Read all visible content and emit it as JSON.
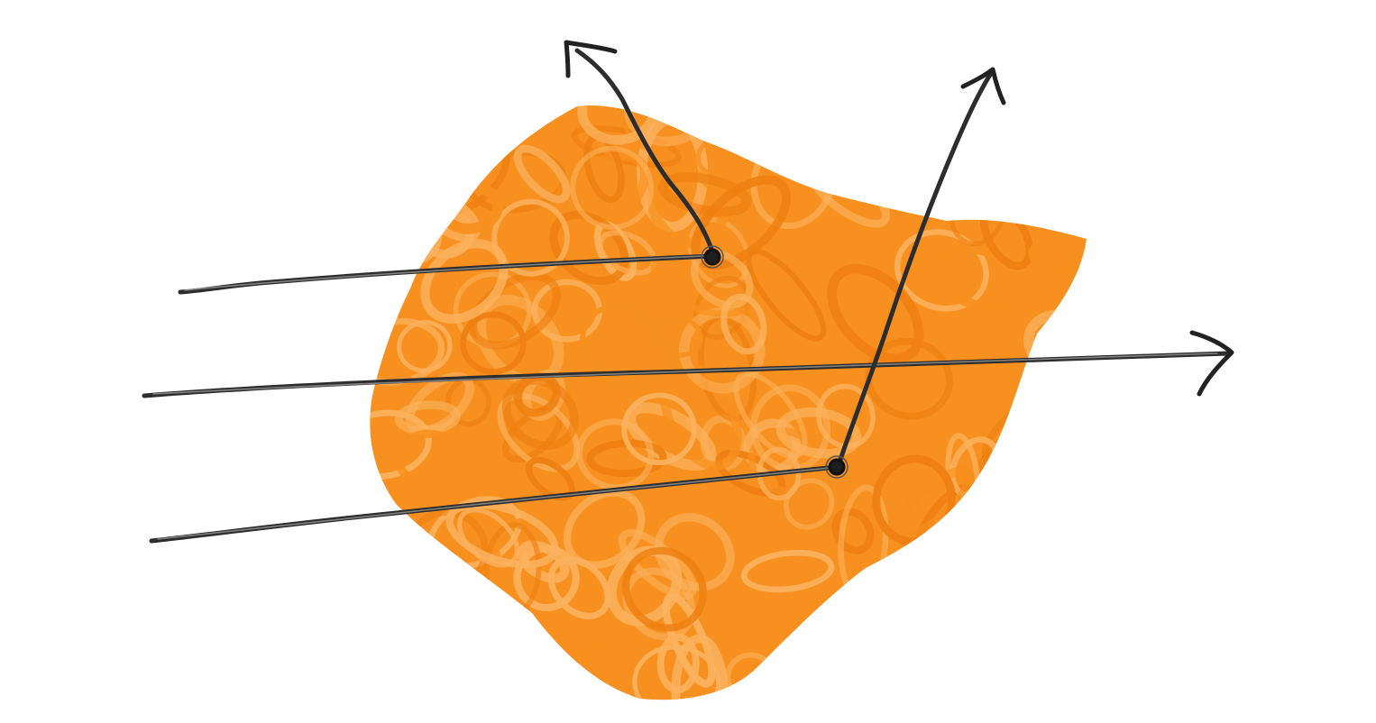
{
  "colors": {
    "medium": "#f7901e",
    "medium_light": "#fbb25e",
    "medium_dark": "#ee7f10",
    "ray": "#2d2d2d",
    "background": "#ffffff"
  },
  "diagram": {
    "medium": {
      "shape": "scribbled-blob"
    },
    "rays": [
      {
        "id": "ray-1",
        "outcome": "scattered",
        "arrowhead": true
      },
      {
        "id": "ray-2",
        "outcome": "transmitted",
        "arrowhead": true
      },
      {
        "id": "ray-3",
        "outcome": "scattered",
        "arrowhead": true
      }
    ],
    "scatter_points": 2
  }
}
